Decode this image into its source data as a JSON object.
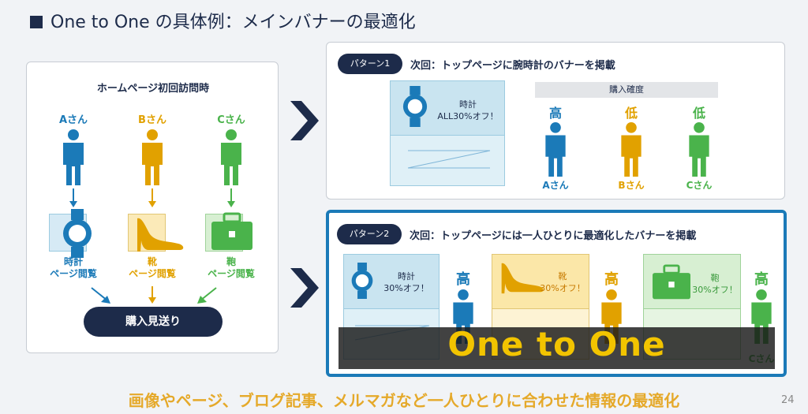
{
  "title": "One to One の具体例：メインバナーの最適化",
  "left": {
    "heading": "ホームページ初回訪問時",
    "people": [
      {
        "name": "Aさん",
        "view": "時計\nページ閲覧"
      },
      {
        "name": "Bさん",
        "view": "靴\nページ閲覧"
      },
      {
        "name": "Cさん",
        "view": "鞄\nページ閲覧"
      }
    ],
    "result": "購入見送り"
  },
  "pattern1": {
    "tag": "パターン1",
    "desc": "次回：トップページに腕時計のバナーを掲載",
    "banner_text": "時計\nALL30%オフ！",
    "prob_header": "購入確度",
    "probs": [
      {
        "level": "高",
        "name": "Aさん"
      },
      {
        "level": "低",
        "name": "Bさん"
      },
      {
        "level": "低",
        "name": "Cさん"
      }
    ]
  },
  "pattern2": {
    "tag": "パターン2",
    "desc": "次回：トップページには一人ひとりに最適化したバナーを掲載",
    "banners": [
      {
        "text": "時計\n30%オフ！",
        "level": "高"
      },
      {
        "text": "靴\n30%オフ！",
        "level": "高"
      },
      {
        "text": "鞄\n30%オフ！",
        "level": "高"
      }
    ],
    "last_name": "Cさん"
  },
  "overlay": "One to One",
  "footer": "画像やページ、ブログ記事、メルマガなど一人ひとりに合わせた情報の最適化",
  "page_number": "24",
  "colors": {
    "navy": "#1d2b4a",
    "blue": "#1b7ab8",
    "orange": "#e1a100",
    "green": "#4ab34b",
    "accent": "#e5a92a"
  }
}
